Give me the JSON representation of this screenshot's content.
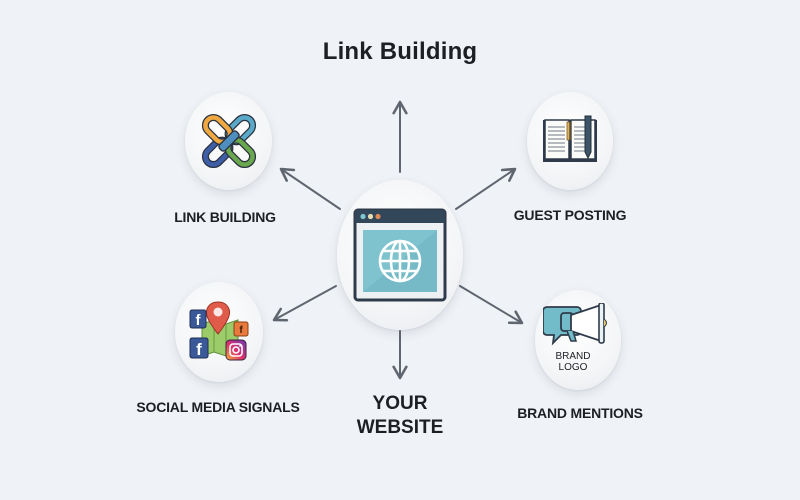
{
  "title": "Link Building",
  "center": {
    "label_line1": "YOUR",
    "label_line2": "WEBSITE",
    "icon": "browser-globe-icon"
  },
  "nodes": [
    {
      "id": "link-building",
      "label": "LINK BUILDING",
      "icon": "chain-links-icon"
    },
    {
      "id": "guest-posting",
      "label": "GUEST POSTING",
      "icon": "open-book-pen-icon"
    },
    {
      "id": "social-media-signals",
      "label": "SOCIAL MEDIA SIGNALS",
      "icon": "social-media-map-icon"
    },
    {
      "id": "brand-mentions",
      "label": "BRAND MENTIONS",
      "icon": "megaphone-speech-icon",
      "icon_text_line1": "BRAND",
      "icon_text_line2": "LOGO"
    }
  ],
  "colors": {
    "background": "#eff2f6",
    "arrow": "#5f6670",
    "text": "#1c1f24",
    "screen": "#7fc3cf",
    "frame": "#2f3b4a",
    "chain_blue": "#5aa9c9",
    "chain_orange": "#f0a841",
    "chain_green": "#6aa84f",
    "chain_navy": "#3f5ea8"
  }
}
